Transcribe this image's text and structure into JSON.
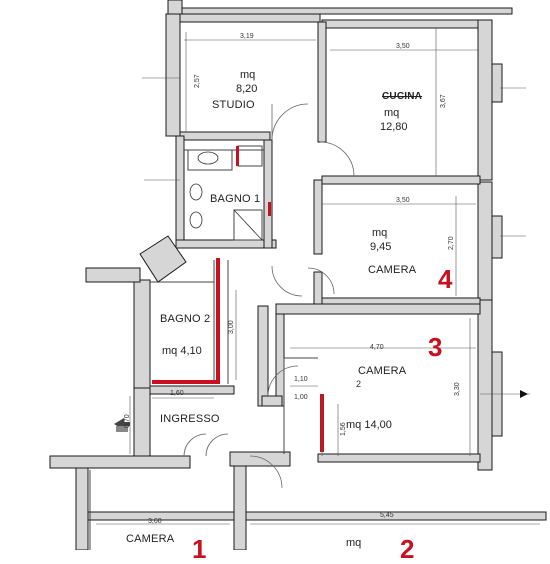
{
  "rooms": {
    "studio": {
      "area_unit": "mq",
      "area": "8,20",
      "name": "STUDIO"
    },
    "cucina": {
      "name": "CUCINA",
      "area_unit": "mq",
      "area": "12,80"
    },
    "bagno1": {
      "name": "BAGNO 1"
    },
    "camera4": {
      "area_unit": "mq",
      "area": "9,45",
      "name": "CAMERA",
      "number": "4"
    },
    "bagno2": {
      "name": "BAGNO 2",
      "area": "mq 4,10"
    },
    "camera3": {
      "name": "CAMERA",
      "number_small": "2",
      "area": "mq 14,00",
      "number": "3"
    },
    "ingresso": {
      "name": "INGRESSO"
    },
    "camera1": {
      "name": "CAMERA",
      "number": "1"
    },
    "room2": {
      "area_unit": "mq",
      "number": "2"
    }
  },
  "dimensions": {
    "d_3_19": "3,19",
    "d_2_57": "2,57",
    "d_3_50_top": "3,50",
    "d_3_67": "3,67",
    "d_3_50_mid": "3,50",
    "d_2_70": "2,70",
    "d_3_00": "3,00",
    "d_4_70": "4,70",
    "d_3_30": "3,30",
    "d_1_10": "1,10",
    "d_1_00": "1,00",
    "d_1_60": "1,60",
    "d_0_70": "0,70",
    "d_1_56": "1,56",
    "d_3_60": "3,60",
    "d_5_45": "5,45"
  },
  "colors": {
    "wall": "#1a1a1a",
    "wall_fill": "#d6d6d6",
    "accent_red": "#c8101e",
    "line": "#555555"
  }
}
